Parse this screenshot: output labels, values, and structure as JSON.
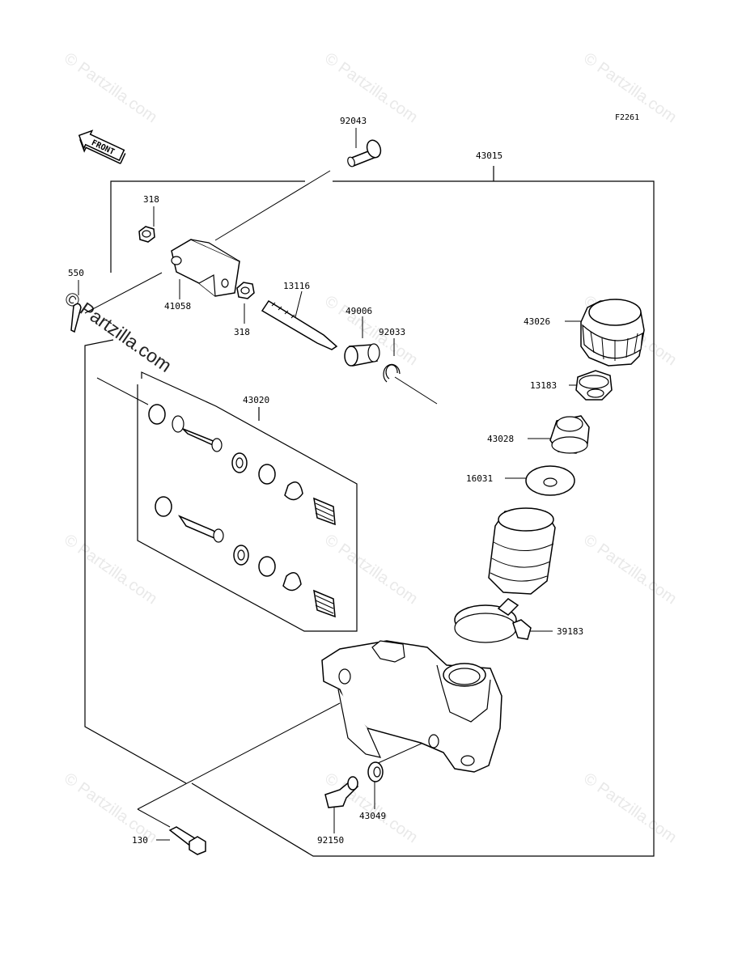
{
  "diagram_id": "F2261",
  "front_label": "FRONT",
  "watermark_text": "© Partzilla.com",
  "colors": {
    "line": "#000000",
    "watermark": "#e9e9e9",
    "background": "#ffffff"
  },
  "parts": [
    {
      "key": "p92043",
      "number": "92043"
    },
    {
      "key": "p43015",
      "number": "43015"
    },
    {
      "key": "p318a",
      "number": "318"
    },
    {
      "key": "p550",
      "number": "550"
    },
    {
      "key": "p41058",
      "number": "41058"
    },
    {
      "key": "p318b",
      "number": "318"
    },
    {
      "key": "p13116",
      "number": "13116"
    },
    {
      "key": "p49006",
      "number": "49006"
    },
    {
      "key": "p92033",
      "number": "92033"
    },
    {
      "key": "p43026",
      "number": "43026"
    },
    {
      "key": "p43020",
      "number": "43020"
    },
    {
      "key": "p13183",
      "number": "13183"
    },
    {
      "key": "p43028",
      "number": "43028"
    },
    {
      "key": "p16031",
      "number": "16031"
    },
    {
      "key": "p39183",
      "number": "39183"
    },
    {
      "key": "p43049",
      "number": "43049"
    },
    {
      "key": "p92150",
      "number": "92150"
    },
    {
      "key": "p130",
      "number": "130"
    }
  ]
}
